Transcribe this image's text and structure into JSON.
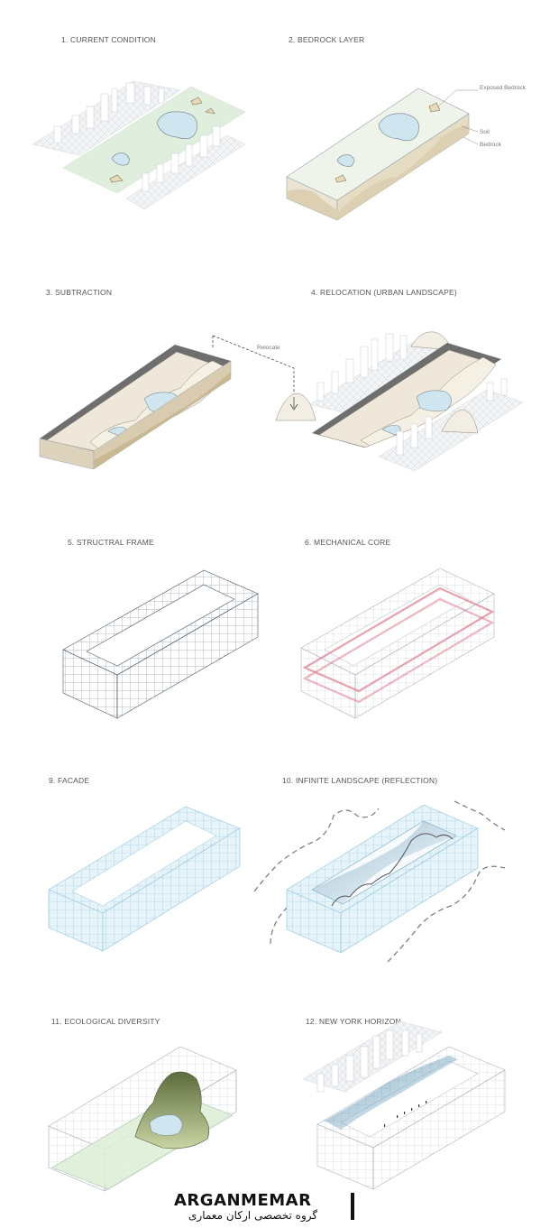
{
  "panels": [
    {
      "title": "1. CURRENT CONDITION"
    },
    {
      "title": "2. BEDROCK LAYER",
      "callouts": [
        "Exposed Bedrock",
        "Soil",
        "Bedrock"
      ]
    },
    {
      "title": "3. SUBTRACTION",
      "callouts": [
        "Relocate"
      ]
    },
    {
      "title": "4. RELOCATION (URBAN LANDSCAPE)"
    },
    {
      "title": "5. STRUCTRAL FRAME"
    },
    {
      "title": "6. MECHANICAL CORE"
    },
    {
      "title": "9. FACADE"
    },
    {
      "title": "10. INFINITE LANDSCAPE (REFLECTION)"
    },
    {
      "title": "11. ECOLOGICAL DIVERSITY"
    },
    {
      "title": "12. NEW YORK HORIZON"
    }
  ],
  "logo": {
    "main": "ARGANMEMAR",
    "sub": "گروه تخصصی ارکان معماری"
  },
  "colors": {
    "park_green": "#dfeedd",
    "water": "#cfe6f0",
    "soil": "#ece4d3",
    "bedrock": "#dccfb2",
    "dark_wall": "#6e6e6e",
    "frame_line": "#4a5a6a",
    "core_red": "#e07a8a",
    "facade_blue": "#8ec5de"
  }
}
